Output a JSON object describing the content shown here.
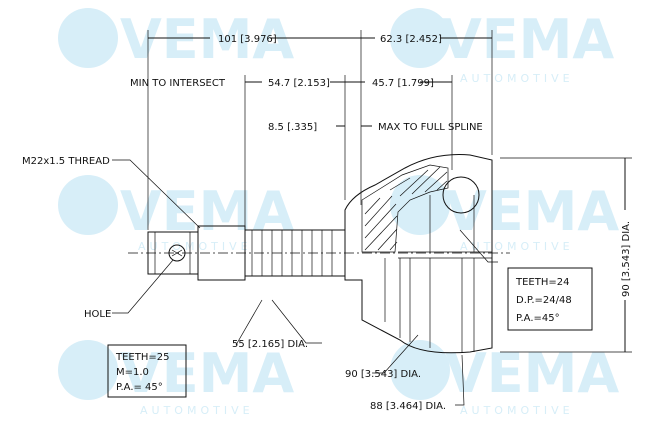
{
  "watermark": {
    "brand": "VEMA",
    "sub": "AUTOMOTIVE"
  },
  "dimensions": {
    "overall_left": "101 [3.976]",
    "overall_right": "62.3 [2.452]",
    "min_intersect_label": "MIN TO INTERSECT",
    "min_intersect_value": "54.7 [2.153]",
    "spline_right": "45.7 [1.799]",
    "max_spline_value": "8.5 [.335]",
    "max_spline_label": "MAX TO FULL SPLINE",
    "thread": "M22x1.5 THREAD",
    "hole": "HOLE",
    "shaft_dia": "55 [2.165] DIA.",
    "body_dia_1": "90 [3.543] DIA.",
    "body_dia_2": "88 [3.464] DIA.",
    "outer_dia_vertical": "90 [3.543] DIA."
  },
  "spec_boxes": {
    "inner": {
      "teeth": "TEETH=24",
      "dp": "D.P.=24/48",
      "pa": "P.A.=45°"
    },
    "outer": {
      "teeth": "TEETH=25",
      "m": "M=1.0",
      "pa": "P.A.= 45°"
    }
  }
}
